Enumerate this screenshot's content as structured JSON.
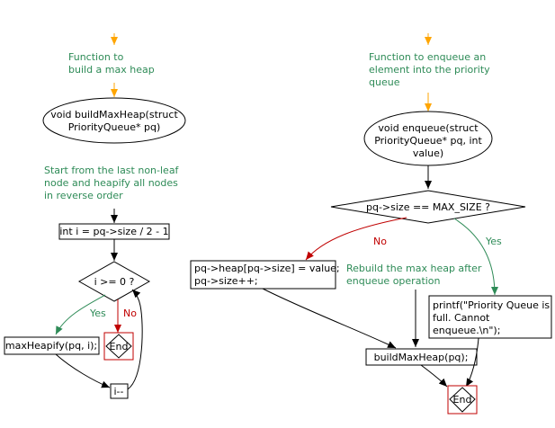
{
  "left": {
    "comment_function": [
      "Function to",
      "build a max heap"
    ],
    "signature": [
      "void buildMaxHeap(struct",
      "PriorityQueue* pq)"
    ],
    "comment_start": [
      "Start from the last non-leaf",
      "node and heapify all nodes",
      "in reverse order"
    ],
    "init": "int i = pq->size / 2 - 1",
    "condition": "i >= 0 ?",
    "yes_label": "Yes",
    "no_label": "No",
    "heapify_call": "maxHeapify(pq, i);",
    "end": "End",
    "decrement": "i--"
  },
  "right": {
    "comment_function": [
      "Function to enqueue an",
      "element into the priority",
      "queue"
    ],
    "signature": [
      "void enqueue(struct",
      "PriorityQueue* pq, int",
      "value)"
    ],
    "condition": "pq->size == MAX_SIZE ?",
    "no_label": "No",
    "yes_label": "Yes",
    "assign": [
      "pq->heap[pq->size] = value;",
      "pq->size++;"
    ],
    "comment_rebuild": [
      "Rebuild the max heap after",
      "enqueue operation"
    ],
    "printf": [
      "printf(\"Priority Queue is",
      "full. Cannot",
      "enqueue.\\n\");"
    ],
    "build_call": "buildMaxHeap(pq);",
    "end": "End"
  },
  "colors": {
    "arrow_start": "#ffa500",
    "comment_text": "#2e8b57",
    "no_branch": "#c00000",
    "yes_branch": "#2e8b57",
    "end_border": "#c00000"
  }
}
